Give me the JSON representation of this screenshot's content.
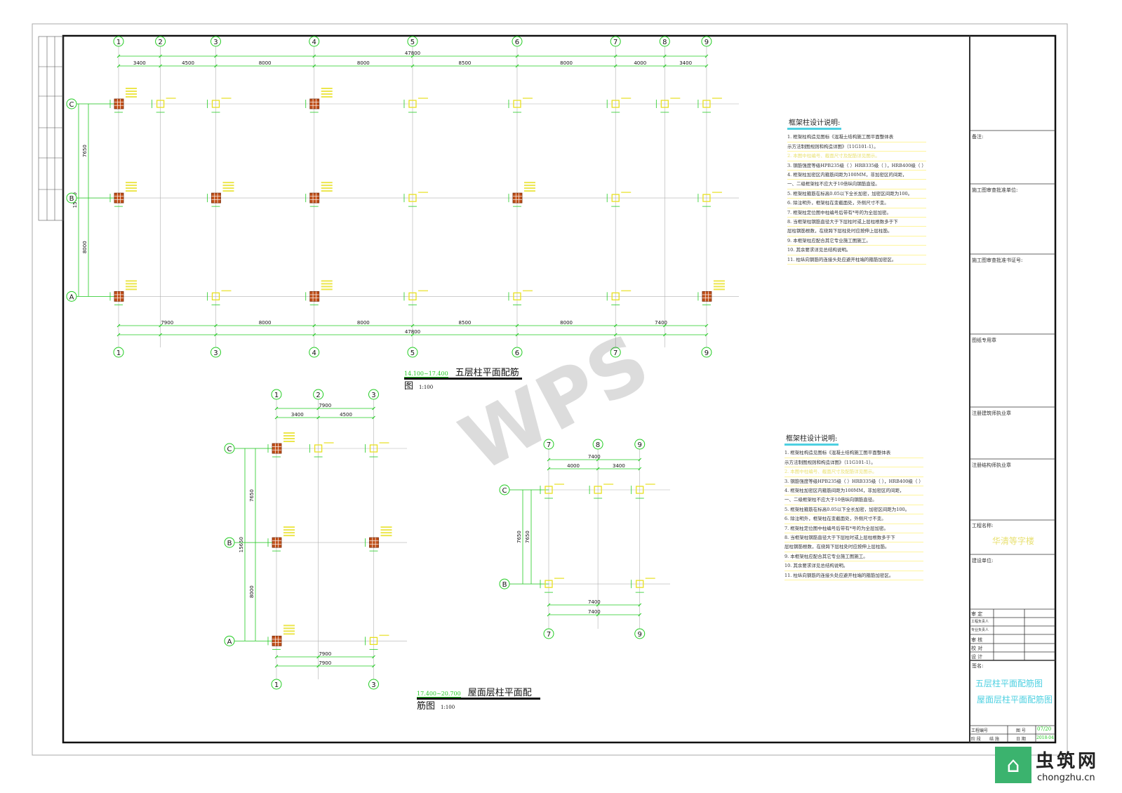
{
  "plans": [
    {
      "id": "plan-5f",
      "x_axes": [
        "1",
        "2",
        "3",
        "4",
        "5",
        "6",
        "7",
        "8",
        "9"
      ],
      "top_dims": [
        "3400",
        "4500",
        "8000",
        "8000",
        "8500",
        "8000",
        "4000",
        "3400"
      ],
      "top_total": "47800",
      "bottom_axes": [
        "1",
        "3",
        "4",
        "5",
        "6",
        "7",
        "9"
      ],
      "bottom_dims": [
        "7900",
        "8000",
        "8000",
        "8500",
        "8000",
        "7400"
      ],
      "bottom_total": "47800",
      "y_axes": [
        "C",
        "B",
        "A"
      ],
      "y_dims": [
        "7650",
        "8000"
      ],
      "y_total": "15650",
      "columns": [
        [
          "1",
          "C",
          "KZ"
        ],
        [
          "2",
          "C",
          "LZ"
        ],
        [
          "3",
          "C",
          "LZ"
        ],
        [
          "4",
          "C",
          "KZ"
        ],
        [
          "5",
          "C",
          "LZ"
        ],
        [
          "6",
          "C",
          "LZ"
        ],
        [
          "7",
          "C",
          "LZ"
        ],
        [
          "8",
          "C",
          "LZ"
        ],
        [
          "9",
          "C",
          "LZ"
        ],
        [
          "1",
          "B",
          "KZ"
        ],
        [
          "3",
          "B",
          "KZ"
        ],
        [
          "4",
          "B",
          "KZ"
        ],
        [
          "5",
          "B",
          "LZ"
        ],
        [
          "6",
          "B",
          "KZ"
        ],
        [
          "7",
          "B",
          "LZ"
        ],
        [
          "9",
          "B",
          "LZ"
        ],
        [
          "1",
          "A",
          "KZ"
        ],
        [
          "3",
          "A",
          "LZ"
        ],
        [
          "4",
          "A",
          "KZ"
        ],
        [
          "5",
          "A",
          "LZ"
        ],
        [
          "6",
          "A",
          "LZ"
        ],
        [
          "7",
          "A",
          "LZ"
        ],
        [
          "9",
          "A",
          "KZ"
        ]
      ],
      "title": {
        "elevation": "14.100~17.400",
        "name": "五层柱平面配筋图",
        "scale": "1:100"
      }
    },
    {
      "id": "plan-roof-a",
      "x_axes": [
        "1",
        "2",
        "3"
      ],
      "top_dims": [
        "3400",
        "4500"
      ],
      "top_total": "7900",
      "bottom_axes": [
        "1",
        "3"
      ],
      "bottom_dims": [
        "7900"
      ],
      "bottom_total": "7900",
      "y_axes": [
        "C",
        "B",
        "A"
      ],
      "y_dims": [
        "7650",
        "8000"
      ],
      "y_total": "15650",
      "columns": [
        [
          "1",
          "C",
          "KZ"
        ],
        [
          "2",
          "C",
          "LZ"
        ],
        [
          "3",
          "C",
          "LZ"
        ],
        [
          "1",
          "B",
          "KZ"
        ],
        [
          "3",
          "B",
          "KZ"
        ],
        [
          "1",
          "A",
          "KZ"
        ],
        [
          "3",
          "A",
          "LZ"
        ]
      ],
      "title": {
        "elevation": "17.400~20.700",
        "name": "屋面层柱平面配筋图",
        "scale": "1:100"
      }
    },
    {
      "id": "plan-roof-b",
      "x_axes": [
        "7",
        "8",
        "9"
      ],
      "top_dims": [
        "4000",
        "3400"
      ],
      "top_total": "7400",
      "bottom_axes": [
        "7",
        "9"
      ],
      "bottom_dims": [
        "7400"
      ],
      "bottom_total": "7400",
      "y_axes": [
        "C",
        "B"
      ],
      "y_dims": [
        "7650"
      ],
      "y_total": "7650",
      "columns": [
        [
          "7",
          "C",
          "LZ"
        ],
        [
          "8",
          "C",
          "LZ"
        ],
        [
          "9",
          "C",
          "LZ"
        ],
        [
          "7",
          "B",
          "LZ"
        ],
        [
          "9",
          "B",
          "LZ"
        ]
      ]
    }
  ],
  "notes": {
    "heading": "框架柱设计说明:",
    "lines": [
      "1. 框架柱构造见图标《混凝土结构施工图平面整体表",
      "   示方法制图规则和构造详图》（11G101-1）。",
      "2. 本图中柱编号、截面尺寸及配筋详见图示。",
      "3. 钢筋强度等级HPB235级（ ）HRB335级（ ），HRB400级（ ）",
      "4. 框架柱加密区内箍筋间距为100MM，非加密区的间距，",
      "   一、二级框架柱不应大于10倍纵向钢筋直径。",
      "5. 框架柱箍筋在标高0.05以下全长加密，加密区间距为100。",
      "6. 除注明外，框架柱在变截面处，外侧尺寸不变。",
      "7. 框架柱定位图中柱编号后带有*号的为全层加密。",
      "8. 当框架柱钢筋直径大于下层柱时或上层柱根数多于下",
      "   层柱钢筋根数，在绕跨下层柱处时应按伸上层柱筋。",
      "9. 本框架柱应配合其它专业施工图施工。",
      "10. 其余要求详见总结构说明。",
      "11. 柱纵向钢筋的连接头处应避开柱端的箍筋加密区。"
    ]
  },
  "title_block": {
    "remarks": "备注:",
    "review_unit": "施工图审查批准单位:",
    "review_cert": "施工图审查批准书证号:",
    "seal": "图纸专用章",
    "arch_seal": "注册建筑师执业章",
    "struct_seal": "注册结构师执业章",
    "project_label": "工程名称:",
    "project_name": "华清等字楼",
    "client_label": "建设单位:",
    "signoff": [
      "审    定",
      "工程负责人",
      "专业负责人",
      "审    核",
      "校    对",
      "设    计"
    ],
    "sign_label": "签名:",
    "drawing_names": [
      "五层柱平面配筋图",
      "屋面层柱平面配筋图"
    ],
    "job_no_label": "工程编号",
    "sheet_no_label": "图  号",
    "sheet_no": "07/20",
    "phase_label": "阶  段",
    "phase": "结  施",
    "date_label": "日  期",
    "date": "2018-04"
  },
  "watermark": "WPS",
  "site_logo": {
    "name": "虫筑网",
    "url_text": "chongzhu.cn"
  },
  "colors": {
    "grid": "#22cc22",
    "axis_line": "#b0b0b0",
    "column_kz": "#c0501a",
    "column_lz": "#e8e020",
    "note_underline": "#fff59d",
    "accent": "#4dd0e1"
  }
}
